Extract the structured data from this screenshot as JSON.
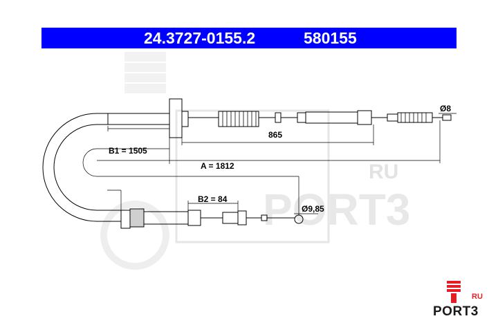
{
  "header": {
    "part_number": "24.3727-0155.2",
    "code": "580155",
    "bar_color": "#0000ff"
  },
  "dimensions": {
    "d865": "865",
    "b1": "B1 = 1505",
    "a": "A = 1812",
    "b2": "B2 = 84",
    "dia8": "Ø8",
    "dia985": "Ø9,85"
  },
  "watermark": {
    "ru": "RU",
    "brand": "PORT3"
  },
  "brand_logo": {
    "ru": "RU",
    "name": "PORT3",
    "accent_color": "#e31e24"
  }
}
